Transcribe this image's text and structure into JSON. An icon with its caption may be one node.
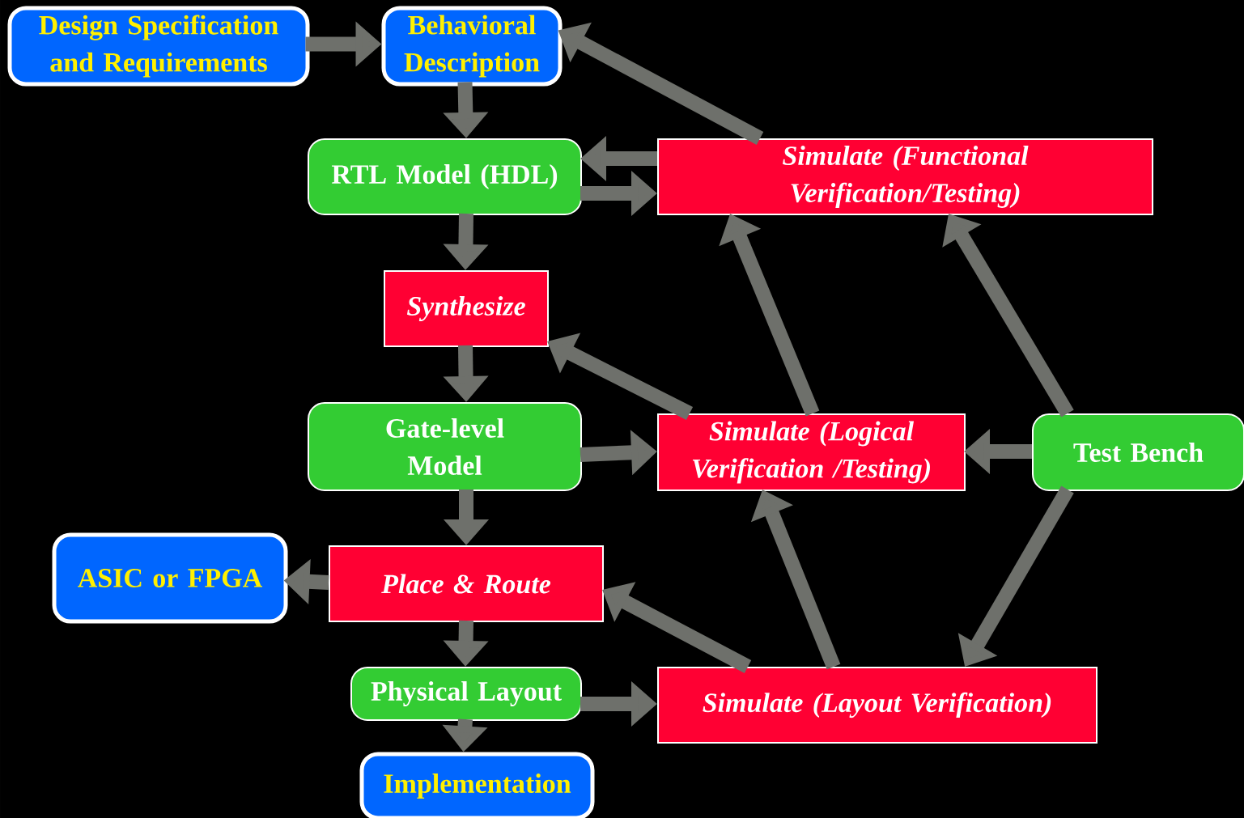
{
  "diagram": {
    "nodes": [
      {
        "text": [
          "Design Specification and Requirements"
        ]
      },
      {
        "text": [
          "Behavioral Description"
        ]
      },
      {
        "text": [
          "RTL Model (HDL)"
        ]
      },
      {
        "text": [
          "Simulate (Functional Verification/Testing)"
        ]
      },
      {
        "text": [
          "Synthesize"
        ]
      },
      {
        "text": [
          "Gate-level Model"
        ]
      },
      {
        "text": [
          "Simulate (Logical Verification /Testing)"
        ]
      },
      {
        "text": [
          "Test Bench"
        ]
      },
      {
        "text": [
          "ASIC or FPGA"
        ]
      },
      {
        "text": [
          "Place & Route"
        ]
      },
      {
        "text": [
          "Physical Layout"
        ]
      },
      {
        "text": [
          "Simulate (Layout Verification)"
        ]
      },
      {
        "text": [
          "Implementation"
        ]
      }
    ],
    "edges": [
      {
        "from": 0,
        "to": 1,
        "arrow": "to"
      },
      {
        "from": 1,
        "to": 2,
        "arrow": "to"
      },
      {
        "from": 3,
        "to": 1,
        "arrow": "to"
      },
      {
        "from": 3,
        "to": 2,
        "arrow": "to"
      },
      {
        "from": 2,
        "to": 3,
        "arrow": "to"
      },
      {
        "from": 2,
        "to": 4,
        "arrow": "to"
      },
      {
        "from": 4,
        "to": 5,
        "arrow": "to"
      },
      {
        "from": 6,
        "to": 4,
        "arrow": "to"
      },
      {
        "from": 5,
        "to": 6,
        "arrow": "to"
      },
      {
        "from": 6,
        "to": 3,
        "arrow": "to"
      },
      {
        "from": 7,
        "to": 6,
        "arrow": "to"
      },
      {
        "from": 7,
        "to": 3,
        "arrow": "to"
      },
      {
        "from": 7,
        "to": 11,
        "arrow": "to"
      },
      {
        "from": 5,
        "to": 9,
        "arrow": "to"
      },
      {
        "from": 9,
        "to": 8,
        "arrow": "to"
      },
      {
        "from": 11,
        "to": 9,
        "arrow": "to"
      },
      {
        "from": 11,
        "to": 6,
        "arrow": "to"
      },
      {
        "from": 9,
        "to": 10,
        "arrow": "to"
      },
      {
        "from": 10,
        "to": 11,
        "arrow": "to"
      },
      {
        "from": 10,
        "to": 12,
        "arrow": "to"
      }
    ]
  }
}
